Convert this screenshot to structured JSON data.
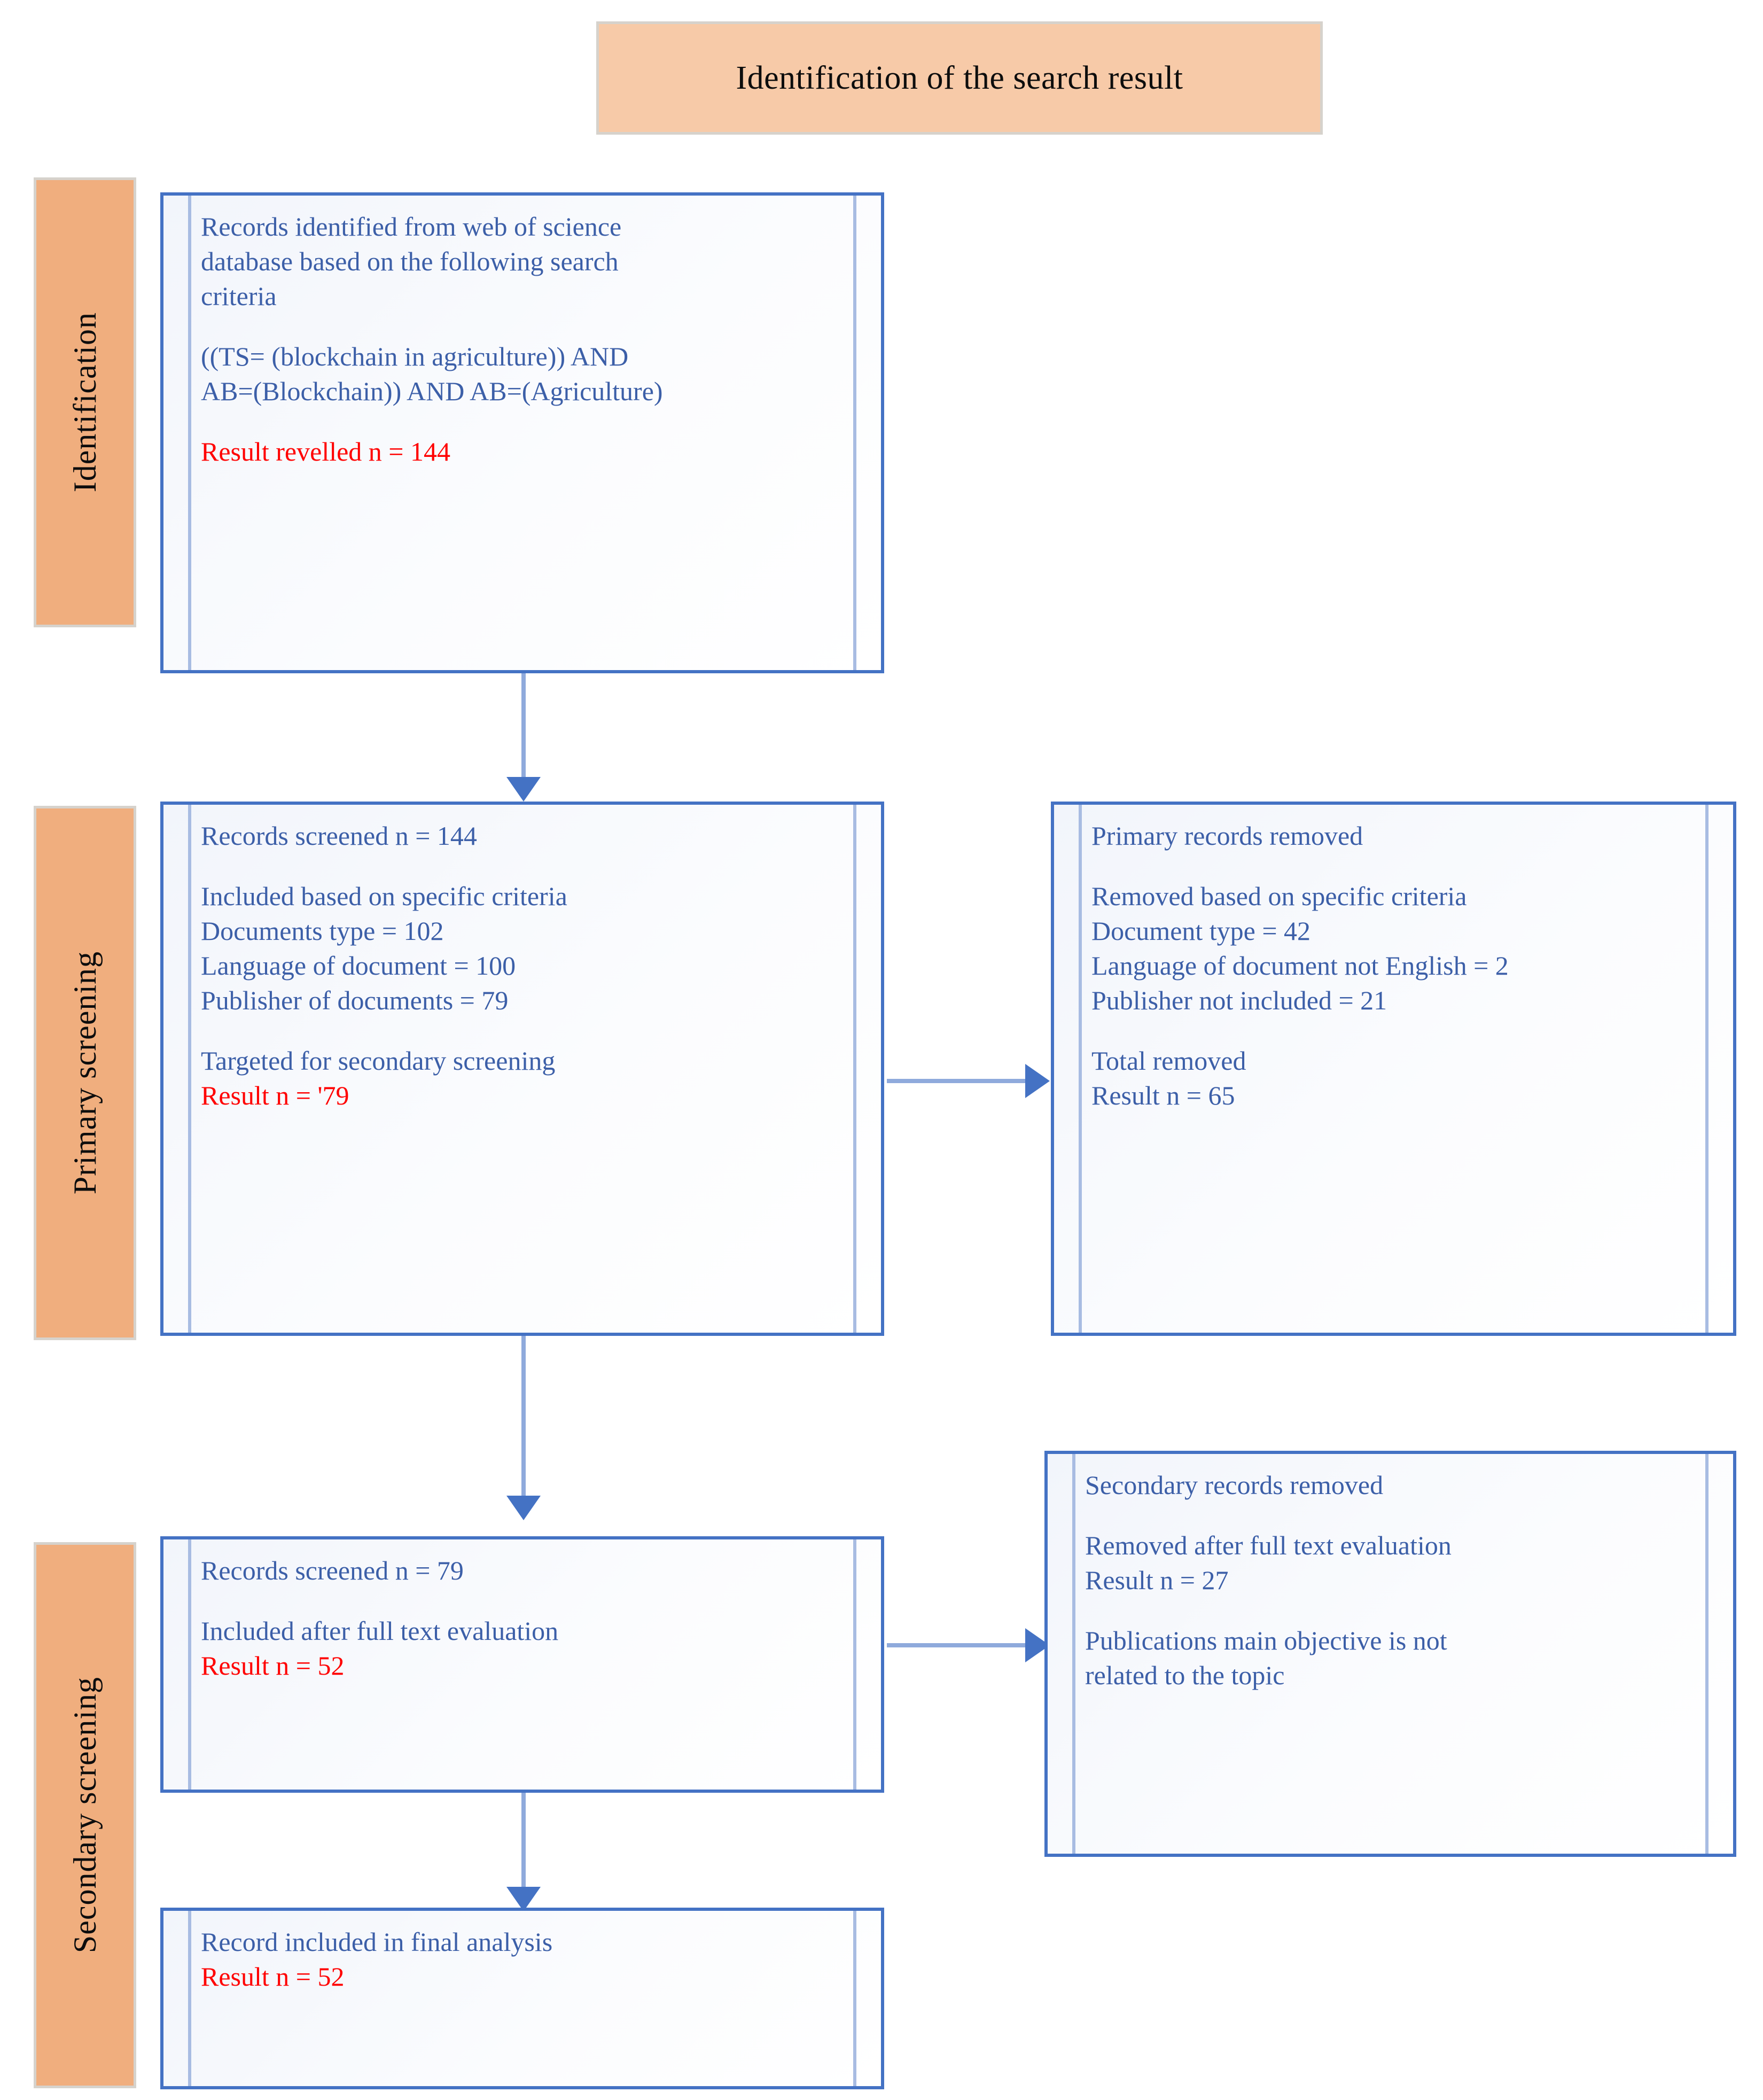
{
  "diagram": {
    "title": "Identification of the search result",
    "accent_blue": "#4472C4",
    "text_blue": "#3C5FA8",
    "result_red": "#FF0000",
    "band_peach": "#F0AE7E",
    "title_peach": "#F7CAA8"
  },
  "stages": [
    {
      "id": "identification",
      "label": "Identification"
    },
    {
      "id": "primary-screening",
      "label": "Primary screening"
    },
    {
      "id": "secondary-screening",
      "label": "Secondary screening"
    }
  ],
  "boxes": {
    "identification": {
      "lines": [
        "Records identified from web of science",
        "database based on the following search",
        "criteria",
        "",
        "((TS= (blockchain in agriculture)) AND",
        "AB=(Blockchain)) AND AB=(Agriculture)",
        ""
      ],
      "result": "Result revelled n = 144"
    },
    "primary_screened": {
      "lines": [
        " Records screened n = 144",
        "",
        "Included  based on specific criteria",
        "Documents type =  102",
        "Language of document = 100",
        "Publisher of documents = 79",
        "",
        "Targeted for secondary screening"
      ],
      "result": "Result n = '79"
    },
    "primary_removed": {
      "lines": [
        "Primary records removed",
        "",
        "Removed based on specific criteria",
        "Document type = 42",
        "Language of document not English = 2",
        "Publisher not included = 21",
        "",
        "Total removed",
        "Result n = 65"
      ]
    },
    "secondary_screened": {
      "lines": [
        " Records screened n = 79",
        "",
        "Included  after full text evaluation"
      ],
      "result": "Result n = 52"
    },
    "secondary_removed": {
      "lines": [
        " Secondary records removed",
        "",
        "Removed after full text evaluation",
        "Result n = 27",
        "",
        "Publications main objective is not",
        "related to the topic"
      ]
    },
    "final_included": {
      "lines": [
        "Record included in final analysis"
      ],
      "result": "Result n = 52"
    }
  },
  "connectors": [
    {
      "id": "identification-to-primary",
      "kind": "arrow-down"
    },
    {
      "id": "primary-to-primary-removed",
      "kind": "arrow-right"
    },
    {
      "id": "primary-to-secondary",
      "kind": "arrow-down"
    },
    {
      "id": "secondary-to-secondary-removed",
      "kind": "arrow-right"
    },
    {
      "id": "secondary-to-final",
      "kind": "arrow-down"
    }
  ]
}
